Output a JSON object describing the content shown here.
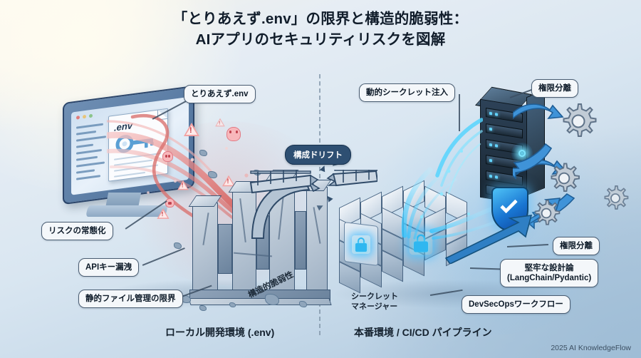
{
  "meta": {
    "title_line1": "「とりあえず.env」の限界と構造的脆弱性：",
    "title_line2": "AIアプリのセキュリティリスクを図解",
    "watermark": "2025 AI KnowledgeFlow"
  },
  "colors": {
    "bg_top_left": "#fdfaf1",
    "bg_bottom_right": "#a8c4dc",
    "label_fill": "#f4f7fa",
    "label_border": "#4a5d72",
    "text_dark": "#0e1b29",
    "risk_red": "#d9534f",
    "risk_red_light": "#f2a3a3",
    "secure_blue": "#2fb7f0",
    "accent_navy": "#2e4f72",
    "server_dark": "#1b2a37",
    "stone_gray": "#9fb1c4",
    "divider": "#7e93a6"
  },
  "divider": {
    "style": "dashed",
    "orientation": "vertical"
  },
  "left_side": {
    "caption": "ローカル開発環境 (.env)",
    "rotated_caption": "構造的脆弱性",
    "labels": [
      {
        "text": "とりあえず.env",
        "id": "toriaezu-env"
      },
      {
        "text": "リスクの常態化",
        "id": "risk-normalization"
      },
      {
        "text": "APIキー漏洩",
        "id": "api-key-leak"
      },
      {
        "text": "静的ファイル管理の限界",
        "id": "static-file-limits"
      }
    ],
    "monitor": {
      "file_name": ".env",
      "icons": [
        "key-icon",
        "document-icon"
      ],
      "window_dots": [
        "#e07b7b",
        "#e8c57a",
        "#8bc58b"
      ]
    },
    "hazard_icons": [
      "warning-triangle-icon",
      "skull-icon"
    ],
    "hazard_counts": {
      "warning-triangle-icon": 5,
      "skull-icon": 3
    }
  },
  "center": {
    "badge": "構成ドリフト",
    "objects": [
      "crumbling-wall",
      "broken-bridge",
      "falling-rubble"
    ]
  },
  "right_side": {
    "caption": "本番環境 / CI/CD パイプライン",
    "small_caption_line1": "シークレット",
    "small_caption_line2": "マネージャー",
    "labels": [
      {
        "text": "動的シークレット注入",
        "id": "dynamic-secret-injection"
      },
      {
        "text": "権限分離",
        "id": "privilege-separation-top"
      },
      {
        "text": "権限分離",
        "id": "privilege-separation-bottom"
      },
      {
        "text": "堅牢な設計論\n(LangChain/Pydantic)",
        "id": "robust-design",
        "line1": "堅牢な設計論",
        "line2": "(LangChain/Pydantic)"
      },
      {
        "text": "DevSecOpsワークフロー",
        "id": "devsecops-workflow"
      }
    ],
    "objects": [
      "server-rack",
      "secret-vault-cubes",
      "shield-check-icon",
      "gear-icon",
      "flow-arrow-icon"
    ],
    "icon_counts": {
      "gear-icon": 4,
      "flow-arrow-icon": 5,
      "lock-icon": 2
    }
  }
}
